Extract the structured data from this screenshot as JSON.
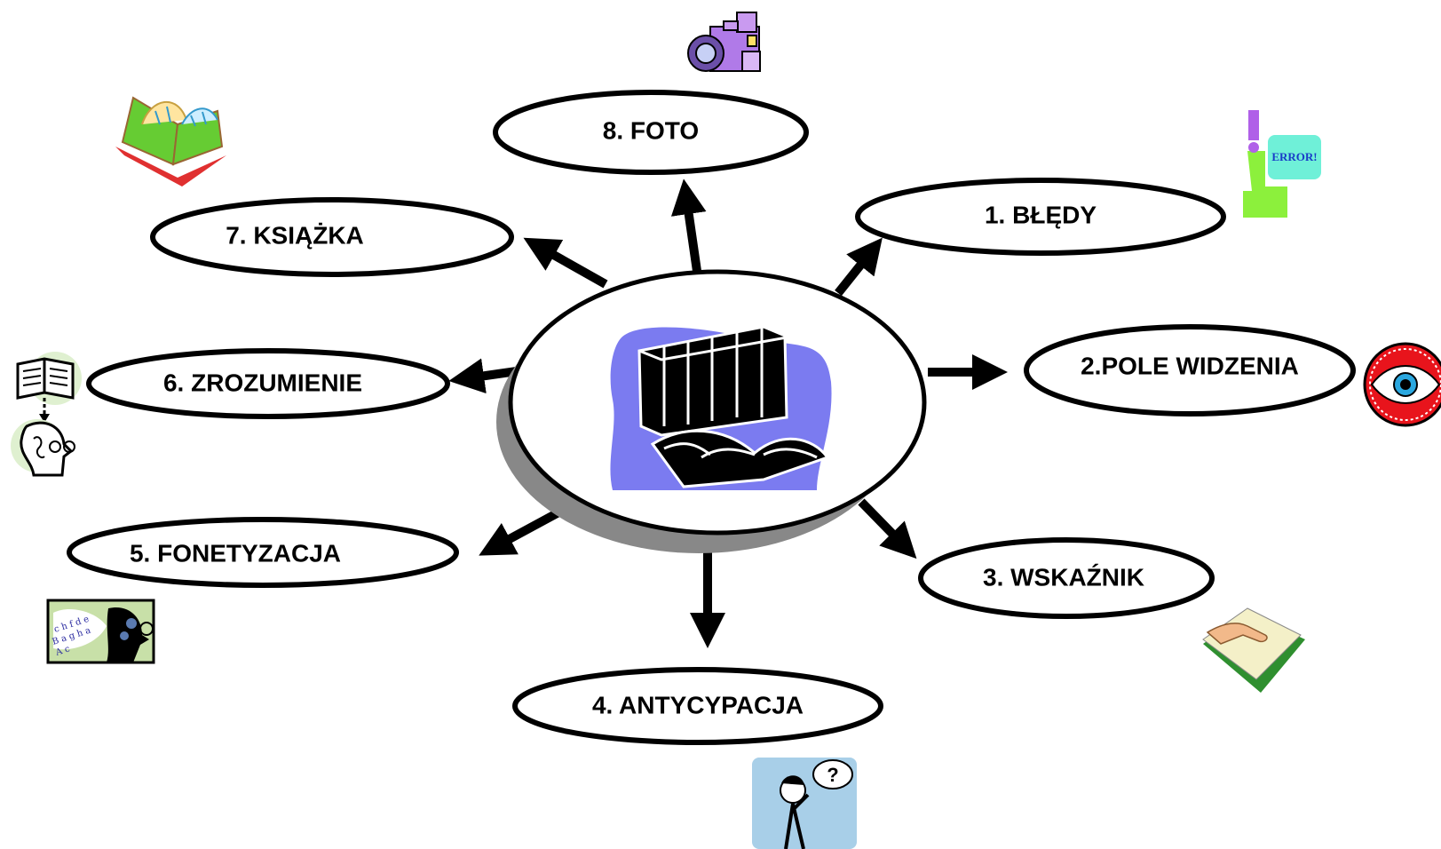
{
  "diagram": {
    "center": {
      "icon": "books-icon",
      "accent": "#7b7bf0"
    },
    "nodes": [
      {
        "id": "1",
        "label": "1. BŁĘDY",
        "icon": "error-stamp-icon"
      },
      {
        "id": "2",
        "label": "2.POLE WIDZENIA",
        "icon": "eye-icon"
      },
      {
        "id": "3",
        "label": "3. WSKAŹNIK",
        "icon": "finger-reading-book-icon"
      },
      {
        "id": "4",
        "label": "4. ANTYCYPACJA",
        "icon": "thinking-person-icon"
      },
      {
        "id": "5",
        "label": "5. FONETYZACJA",
        "icon": "phonetics-head-icon"
      },
      {
        "id": "6",
        "label": "6. ZROZUMIENIE",
        "icon": "book-to-head-icon"
      },
      {
        "id": "7",
        "label": "7. KSIĄŻKA",
        "icon": "open-book-icon"
      },
      {
        "id": "8",
        "label": "8. FOTO",
        "icon": "camera-icon"
      }
    ],
    "error_stamp_text": "ERROR!",
    "phonetics_letters": "ch f d e B a g h a Ac",
    "colors": {
      "eye_red": "#e8141c",
      "camera_purple": "#b07ae8",
      "stamp_green": "#8cf03c",
      "stamp_cyan": "#6ff0d8"
    }
  }
}
